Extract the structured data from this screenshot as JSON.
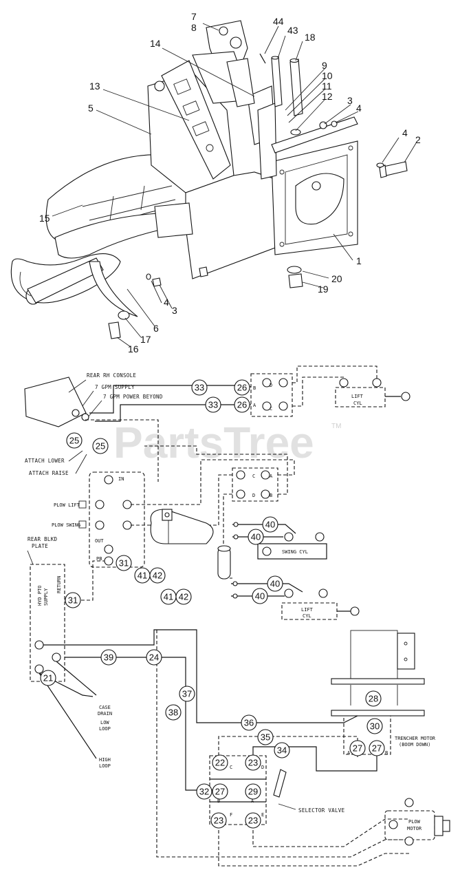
{
  "watermark": {
    "text": "PartsTree",
    "tm": "TM"
  },
  "top_callouts": [
    {
      "id": "t7",
      "text": "7"
    },
    {
      "id": "t8",
      "text": "8"
    },
    {
      "id": "t44",
      "text": "44"
    },
    {
      "id": "t43",
      "text": "43"
    },
    {
      "id": "t18",
      "text": "18"
    },
    {
      "id": "t14",
      "text": "14"
    },
    {
      "id": "t9",
      "text": "9"
    },
    {
      "id": "t10",
      "text": "10"
    },
    {
      "id": "t11",
      "text": "11"
    },
    {
      "id": "t12",
      "text": "12"
    },
    {
      "id": "t13",
      "text": "13"
    },
    {
      "id": "t5",
      "text": "5"
    },
    {
      "id": "t3a",
      "text": "3"
    },
    {
      "id": "t4a",
      "text": "4"
    },
    {
      "id": "t4b",
      "text": "4"
    },
    {
      "id": "t2",
      "text": "2"
    },
    {
      "id": "t15",
      "text": "15"
    },
    {
      "id": "t1",
      "text": "1"
    },
    {
      "id": "t20",
      "text": "20"
    },
    {
      "id": "t19",
      "text": "19"
    },
    {
      "id": "t3b",
      "text": "3"
    },
    {
      "id": "t4c",
      "text": "4"
    },
    {
      "id": "t6",
      "text": "6"
    },
    {
      "id": "t17",
      "text": "17"
    },
    {
      "id": "t16",
      "text": "16"
    }
  ],
  "labels": {
    "rear_rh_console": "REAR RH CONSOLE",
    "gpm_supply": "7 GPM SUPPLY",
    "gpm_power_beyond": "7 GPM POWER BEYOND",
    "attach_lower": "ATTACH LOWER",
    "attach_raise": "ATTACH RAISE",
    "in": "IN",
    "out": "OUT",
    "pb": "PB",
    "plow_lift": "PLOW LIFT",
    "plow_swing": "PLOW SWING",
    "rear_blkd_plate_1": "REAR BLKD",
    "rear_blkd_plate_2": "PLATE",
    "hyd_pto_supply_1": "HYD PTO",
    "hyd_pto_supply_2": "SUPPLY",
    "return": "RETURN",
    "lift_cyl_1": "LIFT",
    "lift_cyl_2": "CYL",
    "swing_cyl": "SWING CYL",
    "lift_cyl_b_1": "LIFT",
    "lift_cyl_b_2": "CYL",
    "case_drain_1": "CASE",
    "case_drain_2": "DRAIN",
    "low_loop_1": "LOW",
    "low_loop_2": "LOOP",
    "high_loop_1": "HIGH",
    "high_loop_2": "LOOP",
    "trencher_motor_1": "TRENCHER MOTOR",
    "trencher_motor_2": "(BOOM DOWN)",
    "selector_valve": "SELECTOR VALVE",
    "plow_motor_1": "PLOW",
    "plow_motor_2": "MOTOR",
    "port_a1": "A",
    "port_b1": "B",
    "port_c1": "C",
    "port_d1": "D",
    "port_a2": "A",
    "port_b2": "B",
    "port_c2": "C",
    "port_d2": "D",
    "port_b3": "B",
    "port_a3": "A",
    "port_c3": "C",
    "port_d3": "D",
    "port_f": "F",
    "port_e": "E",
    "port_a4": "A",
    "port_b4": "B"
  },
  "balloons": [
    {
      "id": "b33a",
      "text": "33"
    },
    {
      "id": "b26a",
      "text": "26"
    },
    {
      "id": "b33b",
      "text": "33"
    },
    {
      "id": "b26b",
      "text": "26"
    },
    {
      "id": "b25a",
      "text": "25"
    },
    {
      "id": "b25b",
      "text": "25"
    },
    {
      "id": "b31a",
      "text": "31"
    },
    {
      "id": "b41a",
      "text": "41"
    },
    {
      "id": "b42a",
      "text": "42"
    },
    {
      "id": "b40a",
      "text": "40"
    },
    {
      "id": "b40b",
      "text": "40"
    },
    {
      "id": "b40c",
      "text": "40"
    },
    {
      "id": "b40d",
      "text": "40"
    },
    {
      "id": "b41b",
      "text": "41"
    },
    {
      "id": "b42b",
      "text": "42"
    },
    {
      "id": "b31b",
      "text": "31"
    },
    {
      "id": "b39",
      "text": "39"
    },
    {
      "id": "b24",
      "text": "24"
    },
    {
      "id": "b21",
      "text": "21"
    },
    {
      "id": "b37",
      "text": "37"
    },
    {
      "id": "b38",
      "text": "38"
    },
    {
      "id": "b28",
      "text": "28"
    },
    {
      "id": "b36",
      "text": "36"
    },
    {
      "id": "b30",
      "text": "30"
    },
    {
      "id": "b35",
      "text": "35"
    },
    {
      "id": "b34",
      "text": "34"
    },
    {
      "id": "b27a",
      "text": "27"
    },
    {
      "id": "b27b",
      "text": "27"
    },
    {
      "id": "b22",
      "text": "22"
    },
    {
      "id": "b23a",
      "text": "23"
    },
    {
      "id": "b32",
      "text": "32"
    },
    {
      "id": "b27c",
      "text": "27"
    },
    {
      "id": "b29",
      "text": "29"
    },
    {
      "id": "b23b",
      "text": "23"
    },
    {
      "id": "b23c",
      "text": "23"
    }
  ]
}
